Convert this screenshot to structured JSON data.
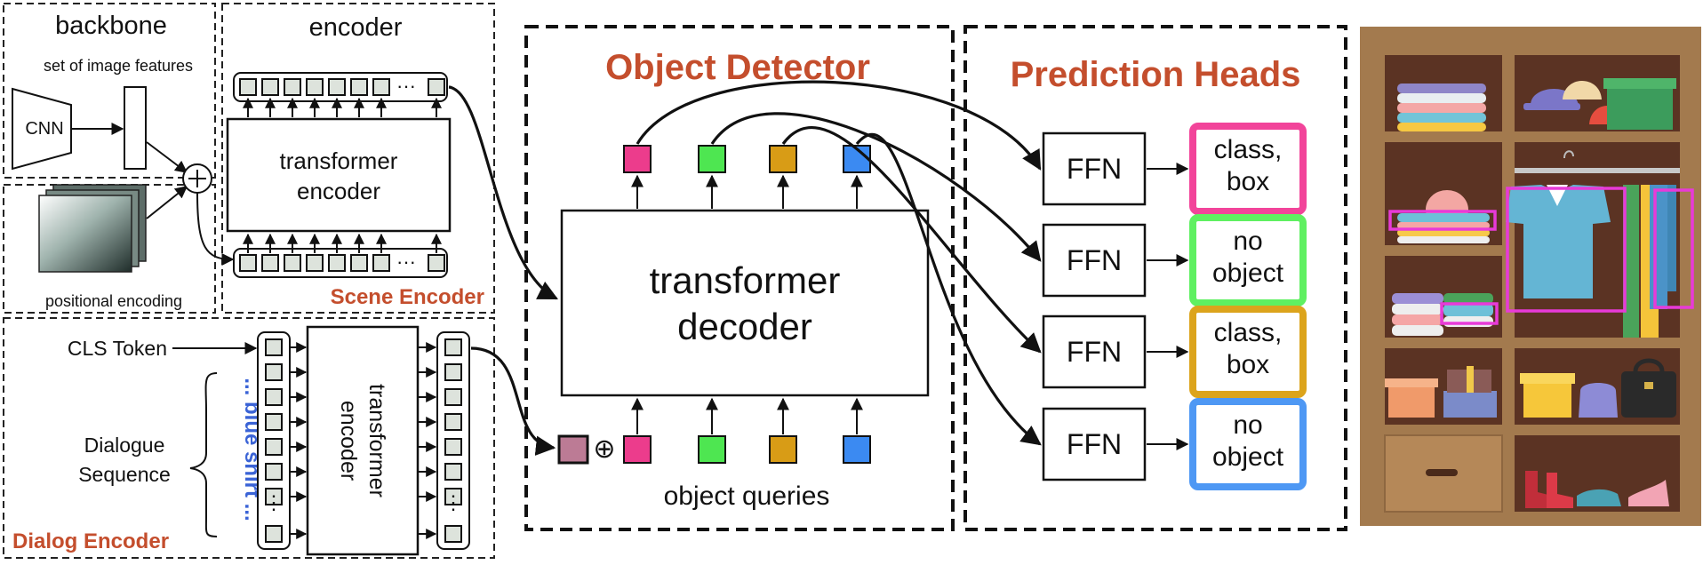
{
  "scene": {
    "backbone_title": "backbone",
    "features_label": "set of image features",
    "cnn_label": "CNN",
    "encoder_title": "encoder",
    "transformer_encoder_line1": "transformer",
    "transformer_encoder_line2": "encoder",
    "positional_label": "positional encoding",
    "section_label": "Scene Encoder",
    "ellipsis": "···"
  },
  "dialog": {
    "cls_label": "CLS Token",
    "sequence_line1": "Dialogue",
    "sequence_line2": "Sequence",
    "side_text": "... blue shirt ...",
    "encoder_line1": "transformer",
    "encoder_line2": "encoder",
    "section_label": "Dialog Encoder",
    "ellipsis": "⋮"
  },
  "detector": {
    "title": "Object Detector",
    "decoder_line1": "transformer",
    "decoder_line2": "decoder",
    "queries_label": "object queries",
    "plus_symbol": "⊕",
    "query_colors": [
      "#ec3c8c",
      "#4ee651",
      "#d89c16",
      "#3b8af2"
    ],
    "cls_color": "#bc7b95"
  },
  "heads": {
    "title": "Prediction Heads",
    "ffn_label": "FFN",
    "outputs": [
      {
        "line1": "class,",
        "line2": "box",
        "color": "#f2449a"
      },
      {
        "line1": "no",
        "line2": "object",
        "color": "#5ff061"
      },
      {
        "line1": "class,",
        "line2": "box",
        "color": "#dca41c"
      },
      {
        "line1": "no",
        "line2": "object",
        "color": "#4e98f4"
      }
    ]
  },
  "colors": {
    "section_label": "#c44e2d",
    "blue_text": "#3a63d6",
    "token_fill": "#dde3dc",
    "highlight": "#e83ad8",
    "shelf_wood": "#a37a4e",
    "shelf_back": "#5b3323"
  }
}
